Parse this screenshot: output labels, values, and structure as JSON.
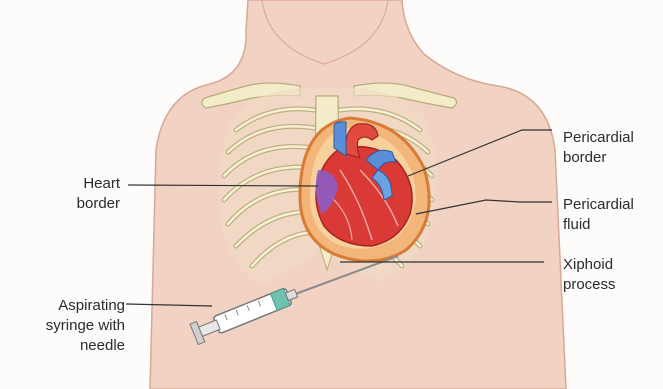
{
  "labels": {
    "pericardial_border": [
      "Pericardial",
      "border"
    ],
    "heart_border": [
      "Heart",
      "border"
    ],
    "pericardial_fluid": [
      "Pericardial",
      "fluid"
    ],
    "xiphoid_process": [
      "Xiphoid",
      "process"
    ],
    "syringe": [
      "Aspirating",
      "syringe with",
      "needle"
    ]
  },
  "colors": {
    "skin": "#f2d2c2",
    "bone": "#f3ecc9",
    "pericardium": "#f0a65a",
    "heart_red": "#d93a35",
    "vessel_blue": "#5a8fd8",
    "leader_line": "#333333"
  }
}
